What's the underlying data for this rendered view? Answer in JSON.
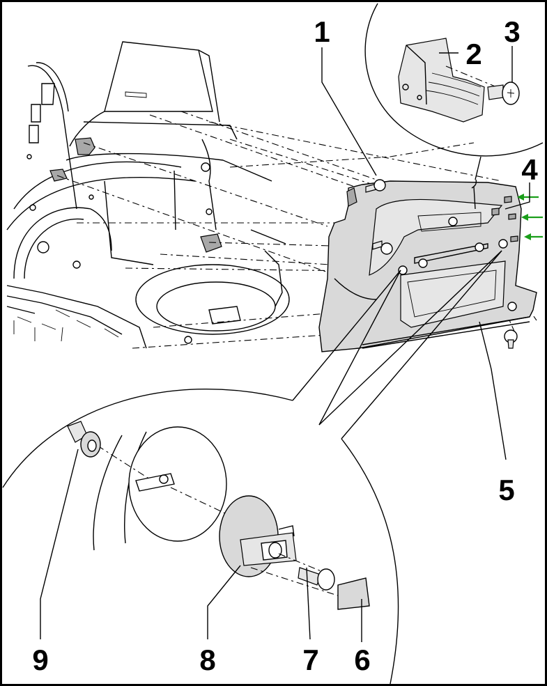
{
  "callouts": [
    {
      "id": "1",
      "label": "1"
    },
    {
      "id": "2",
      "label": "2"
    },
    {
      "id": "3",
      "label": "3"
    },
    {
      "id": "4",
      "label": "4"
    },
    {
      "id": "5",
      "label": "5"
    },
    {
      "id": "6",
      "label": "6"
    },
    {
      "id": "7",
      "label": "7"
    },
    {
      "id": "8",
      "label": "8"
    },
    {
      "id": "9",
      "label": "9"
    }
  ],
  "colors": {
    "line": "#000000",
    "panel_fill": "#d9d9d9",
    "arrow": "#1a9e1a",
    "background": "#ffffff"
  },
  "arrow_count": 3
}
